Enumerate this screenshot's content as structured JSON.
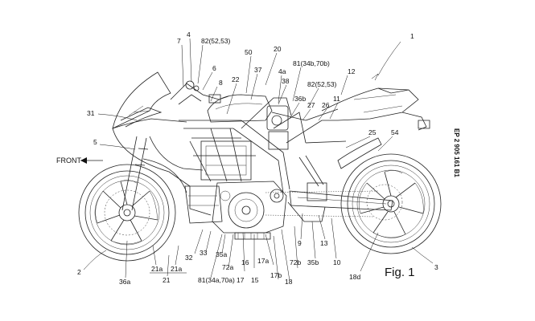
{
  "figure": {
    "caption": "Fig. 1",
    "patent_number": "EP 2 905 161 B1",
    "front_label": "FRONT",
    "front_arrow_icon": "arrow-left-icon"
  },
  "labels": [
    {
      "id": "1",
      "text": "1"
    },
    {
      "id": "2",
      "text": "2"
    },
    {
      "id": "3",
      "text": "3"
    },
    {
      "id": "4",
      "text": "4"
    },
    {
      "id": "4a",
      "text": "4a"
    },
    {
      "id": "5",
      "text": "5"
    },
    {
      "id": "6",
      "text": "6"
    },
    {
      "id": "7",
      "text": "7"
    },
    {
      "id": "8",
      "text": "8"
    },
    {
      "id": "9",
      "text": "9"
    },
    {
      "id": "10",
      "text": "10"
    },
    {
      "id": "11",
      "text": "11"
    },
    {
      "id": "12",
      "text": "12"
    },
    {
      "id": "13",
      "text": "13"
    },
    {
      "id": "15",
      "text": "15"
    },
    {
      "id": "16",
      "text": "16"
    },
    {
      "id": "17",
      "text": "17"
    },
    {
      "id": "17a",
      "text": "17a"
    },
    {
      "id": "17b",
      "text": "17b"
    },
    {
      "id": "18",
      "text": "18"
    },
    {
      "id": "18d",
      "text": "18d"
    },
    {
      "id": "20",
      "text": "20"
    },
    {
      "id": "21",
      "text": "21"
    },
    {
      "id": "21a_l",
      "text": "21a"
    },
    {
      "id": "21a_r",
      "text": "21a"
    },
    {
      "id": "22",
      "text": "22"
    },
    {
      "id": "25",
      "text": "25"
    },
    {
      "id": "26",
      "text": "26"
    },
    {
      "id": "27",
      "text": "27"
    },
    {
      "id": "31",
      "text": "31"
    },
    {
      "id": "32",
      "text": "32"
    },
    {
      "id": "33",
      "text": "33"
    },
    {
      "id": "35a",
      "text": "35a"
    },
    {
      "id": "35b",
      "text": "35b"
    },
    {
      "id": "36a",
      "text": "36a"
    },
    {
      "id": "36b",
      "text": "36b"
    },
    {
      "id": "37",
      "text": "37"
    },
    {
      "id": "38",
      "text": "38"
    },
    {
      "id": "50",
      "text": "50"
    },
    {
      "id": "54",
      "text": "54"
    },
    {
      "id": "72a",
      "text": "72a"
    },
    {
      "id": "72b",
      "text": "72b"
    },
    {
      "id": "81_top",
      "text": "81(34b,70b)"
    },
    {
      "id": "81_bot",
      "text": "81(34a,70a)"
    },
    {
      "id": "82_l",
      "text": "82(52,53)"
    },
    {
      "id": "82_r",
      "text": "82(52,53)"
    }
  ]
}
